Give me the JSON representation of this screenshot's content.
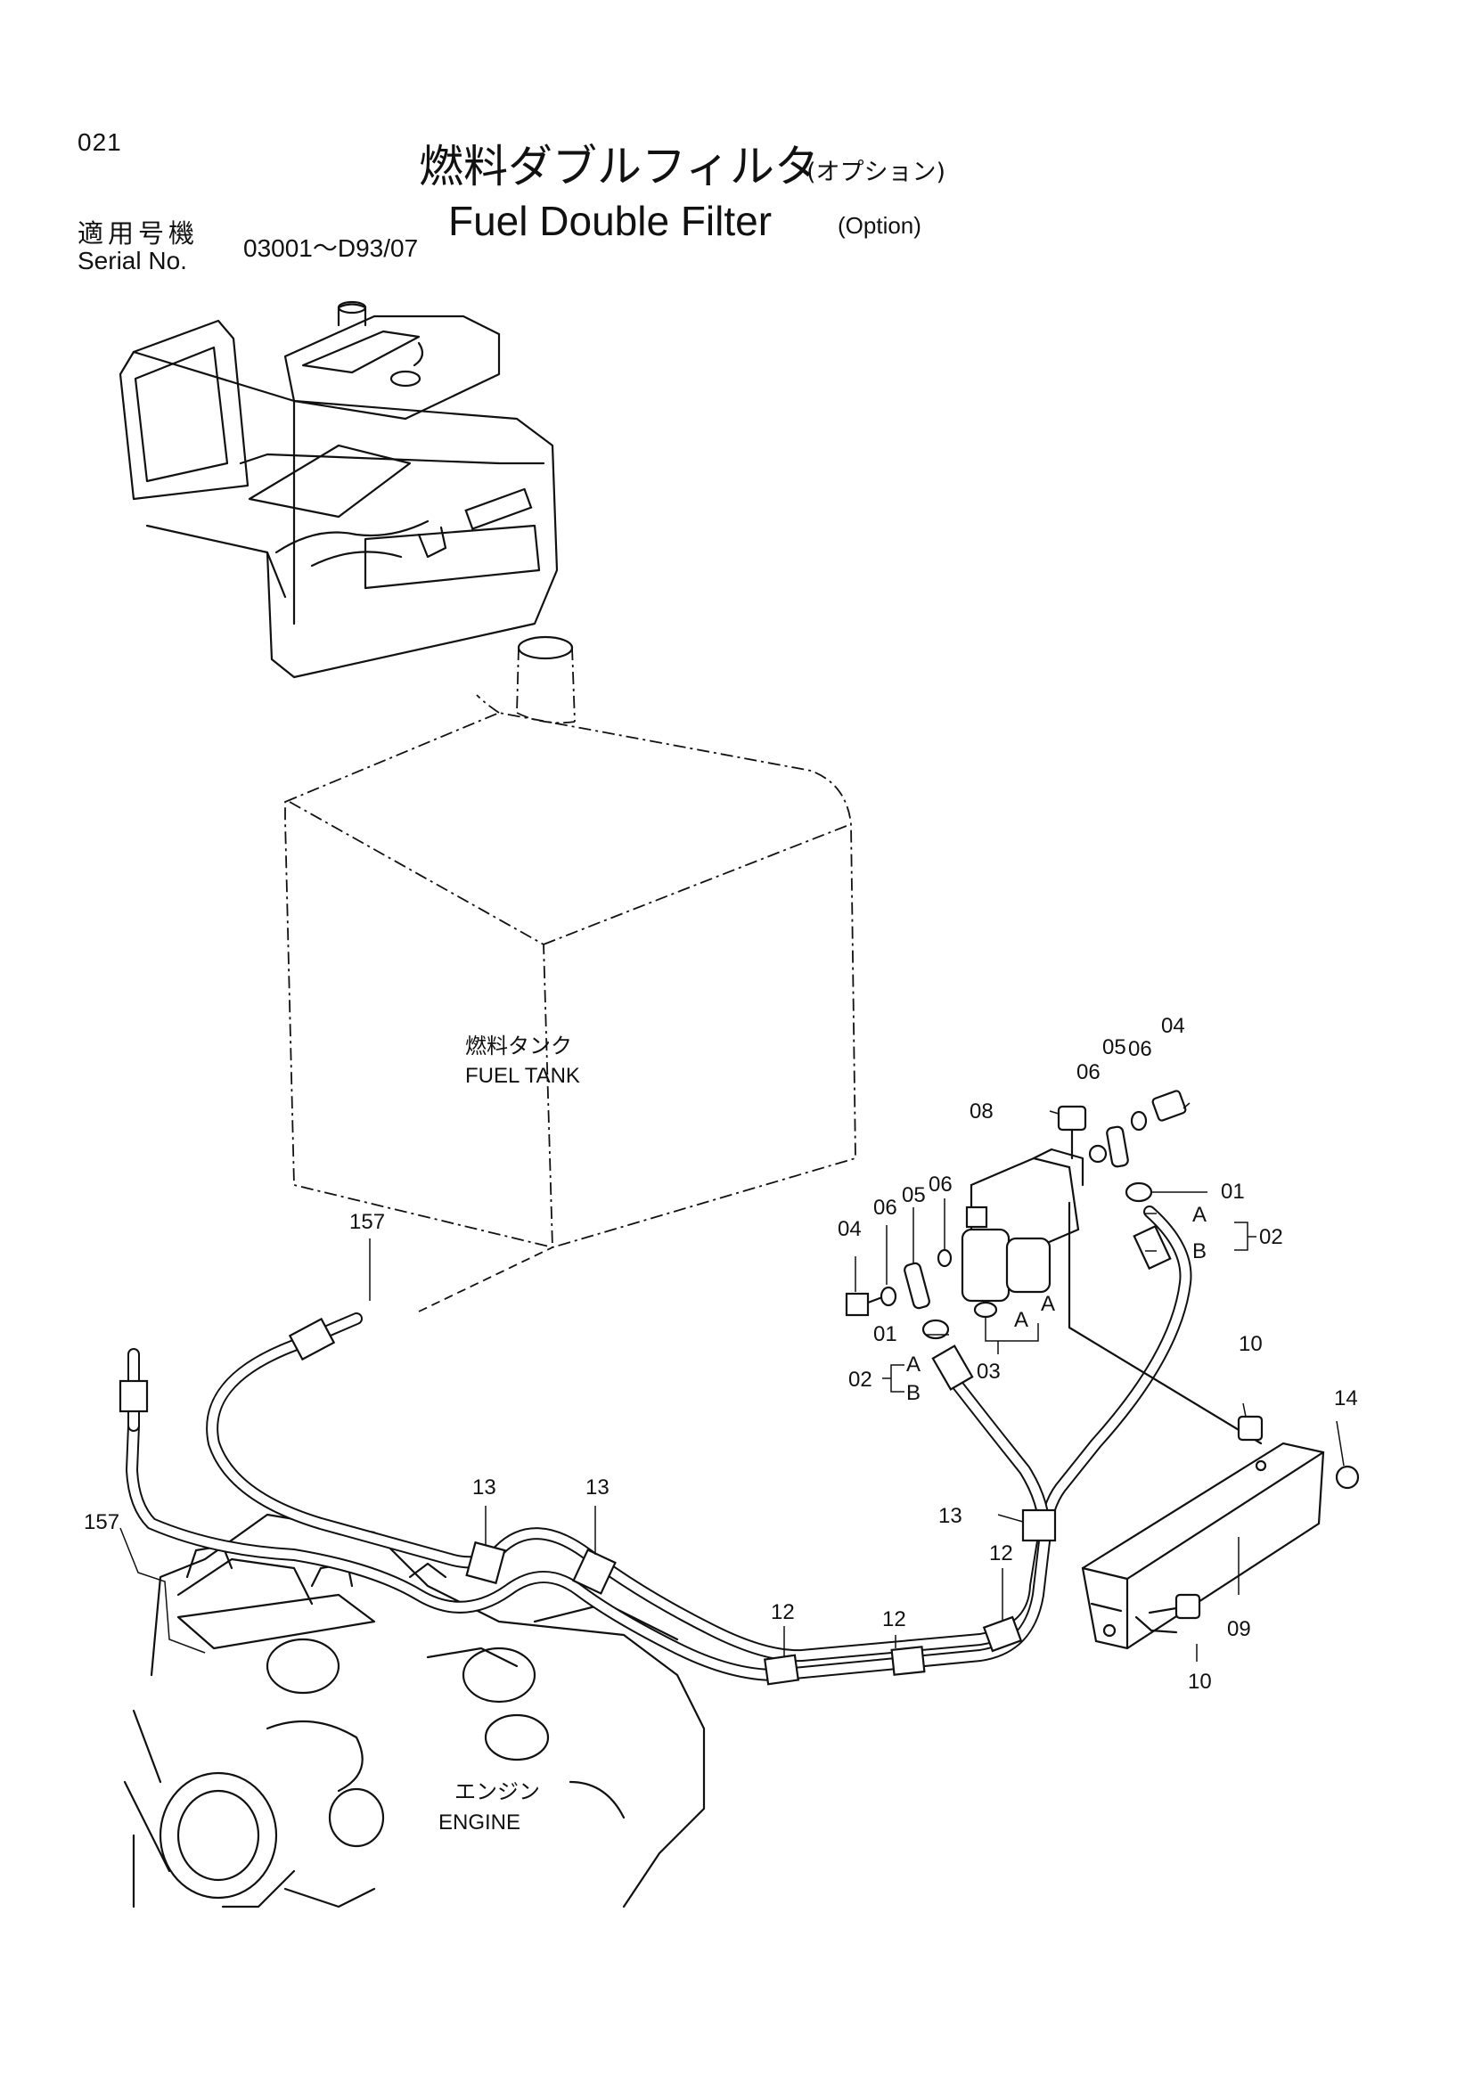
{
  "header": {
    "page_number": "021",
    "title_jp": "燃料ダブルフィルタ",
    "title_jp_option": "(オプション)",
    "title_en": "Fuel Double Filter",
    "title_en_option": "(Option)",
    "serial_label_jp": "適用号機",
    "serial_label_en": "Serial No.",
    "serial_value": "03001～D93/07"
  },
  "components": {
    "fuel_tank_jp": "燃料タンク",
    "fuel_tank_en": "FUEL TANK",
    "engine_jp": "エンジン",
    "engine_en": "ENGINE"
  },
  "callouts": {
    "c157_top": "157",
    "c157_left": "157",
    "c04_top": "04",
    "c05_top": "05",
    "c06_top_a": "06",
    "c06_top_b": "06",
    "c08": "08",
    "c01_right": "01",
    "c02_right": "02",
    "cA_right": "A",
    "cB_right": "B",
    "c04_left": "04",
    "c06_left_a": "06",
    "c05_left": "05",
    "c06_left_b": "06",
    "c01_left": "01",
    "c02_left": "02",
    "cA_left": "A",
    "cB_left": "B",
    "c03": "03",
    "cA_filter_1": "A",
    "cA_filter_2": "A",
    "c10_top": "10",
    "c14": "14",
    "c09": "09",
    "c10_bottom": "10",
    "c13_a": "13",
    "c13_b": "13",
    "c13_c": "13",
    "c12_a": "12",
    "c12_b": "12",
    "c12_c": "12"
  }
}
